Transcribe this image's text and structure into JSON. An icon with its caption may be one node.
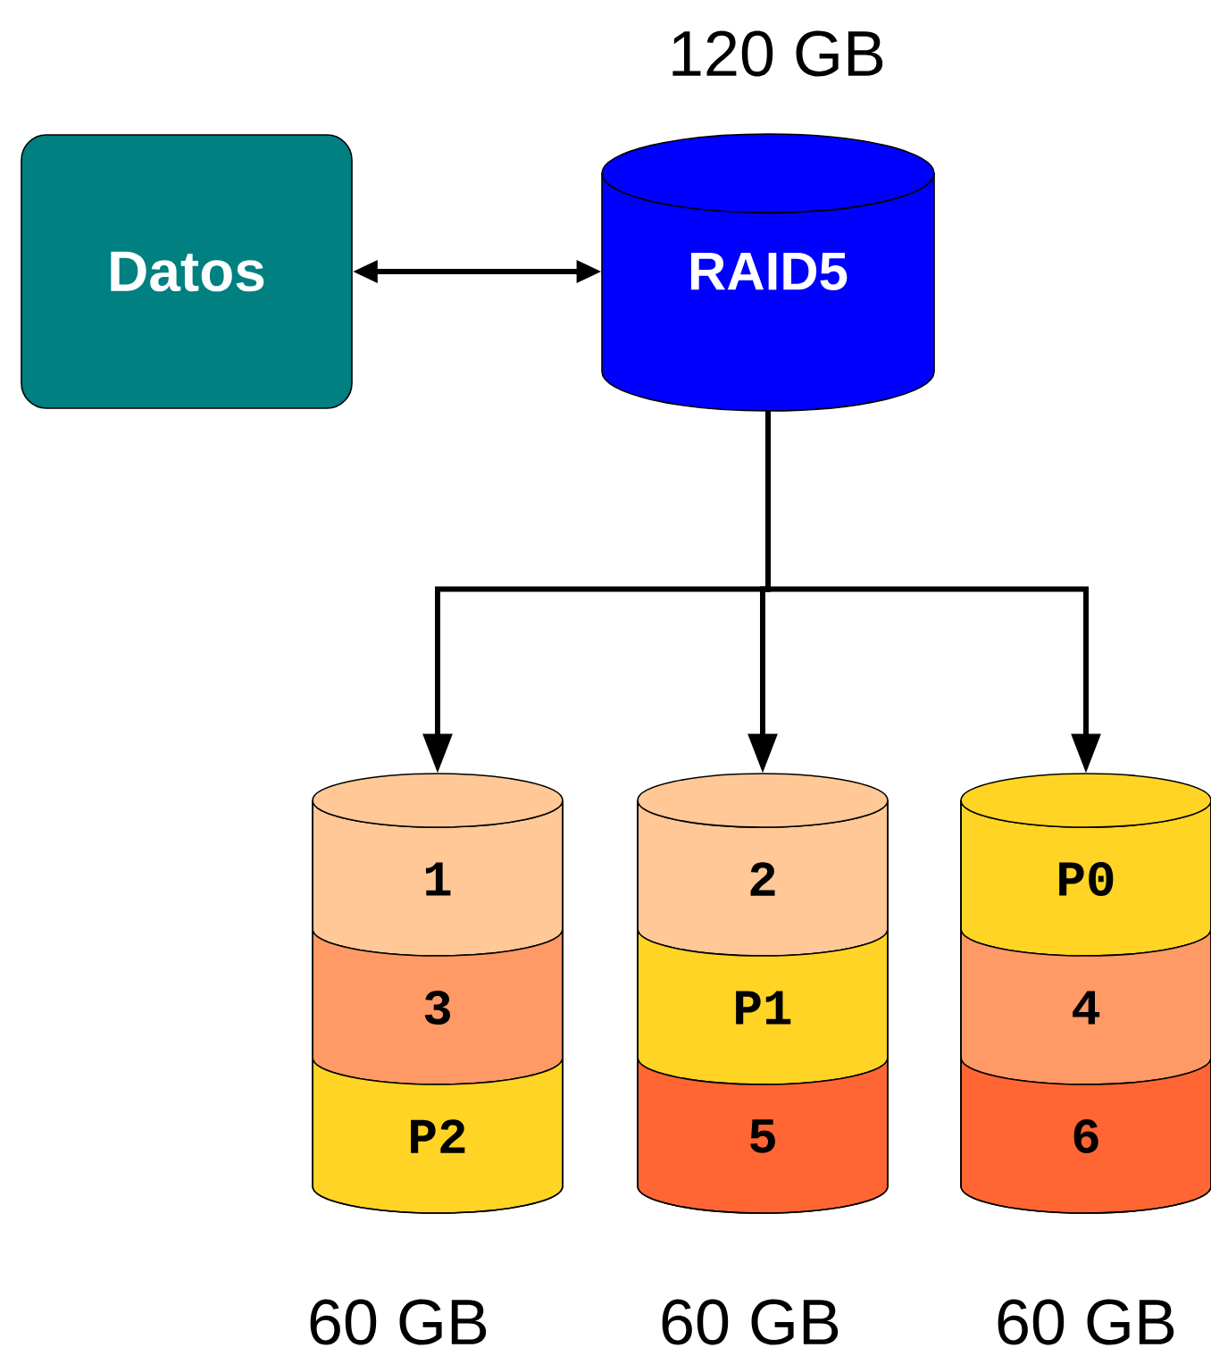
{
  "diagram": {
    "nodes": [
      {
        "text": [
          "Datos"
        ]
      },
      {
        "text": [
          "RAID5"
        ],
        "beside": [
          "120 GB"
        ]
      },
      {
        "text": [],
        "shape": "cylinder"
      },
      {
        "text": [
          "1"
        ],
        "in": 2
      },
      {
        "text": [
          "3"
        ],
        "in": 2
      },
      {
        "text": [
          "P2"
        ],
        "in": 2
      },
      {
        "text": [],
        "shape": "cylinder"
      },
      {
        "text": [
          "2"
        ],
        "in": 6
      },
      {
        "text": [
          "P1"
        ],
        "in": 6
      },
      {
        "text": [
          "5"
        ],
        "in": 6
      },
      {
        "text": [],
        "shape": "cylinder"
      },
      {
        "text": [
          "P0"
        ],
        "in": 10
      },
      {
        "text": [
          "4"
        ],
        "in": 10
      },
      {
        "text": [
          "6"
        ],
        "in": 10
      }
    ],
    "edges": [
      {
        "from": 0,
        "to": 1,
        "arrow": "both"
      },
      {
        "from": 1,
        "to": 2,
        "arrow": "to"
      },
      {
        "from": 1,
        "to": 6,
        "arrow": "to"
      },
      {
        "from": 1,
        "to": 10,
        "arrow": "to"
      }
    ],
    "labels": [
      "60 GB",
      "60 GB",
      "60 GB"
    ]
  }
}
